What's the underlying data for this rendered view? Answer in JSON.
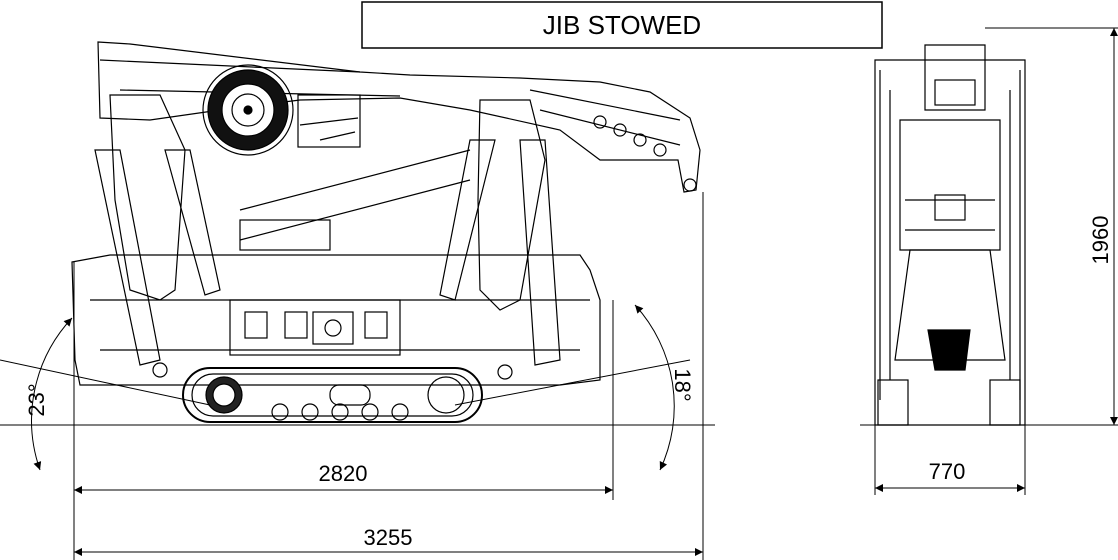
{
  "title": "JIB STOWED",
  "dimensions": {
    "length_tracks": "2820",
    "length_overall": "3255",
    "width": "770",
    "height": "1960"
  },
  "angles": {
    "approach": "23°",
    "departure": "18°"
  },
  "colors": {
    "line": "#000000",
    "background": "#ffffff"
  }
}
